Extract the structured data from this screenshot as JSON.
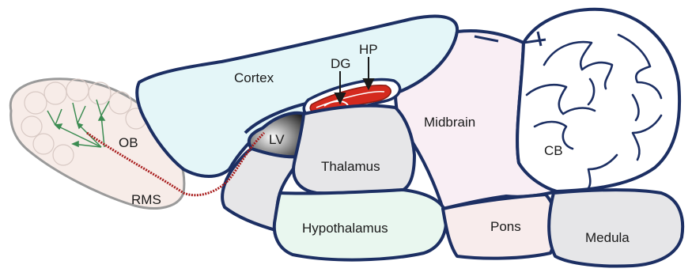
{
  "diagram": {
    "regions": {
      "ob": "OB",
      "rms": "RMS",
      "cortex": "Cortex",
      "dg": "DG",
      "hp": "HP",
      "lv": "LV",
      "thalamus": "Thalamus",
      "hypothalamus": "Hypothalamus",
      "midbrain": "Midbrain",
      "cb": "CB",
      "pons": "Pons",
      "medula": "Medula"
    },
    "colors": {
      "outline": "#1c2f63",
      "cortex_fill": "#e4f6f8",
      "ob_fill": "#f7ece8",
      "ob_outline": "#9a9a9a",
      "gray_fill": "#e6e6e8",
      "hypothalamus_fill": "#e9f7ef",
      "midbrain_fill": "#f9eef4",
      "pons_fill": "#f8ecec",
      "hippocampus_red": "#d42a1e",
      "rms_stream": "#a81c1c",
      "neuron_green": "#3c8c52"
    }
  }
}
